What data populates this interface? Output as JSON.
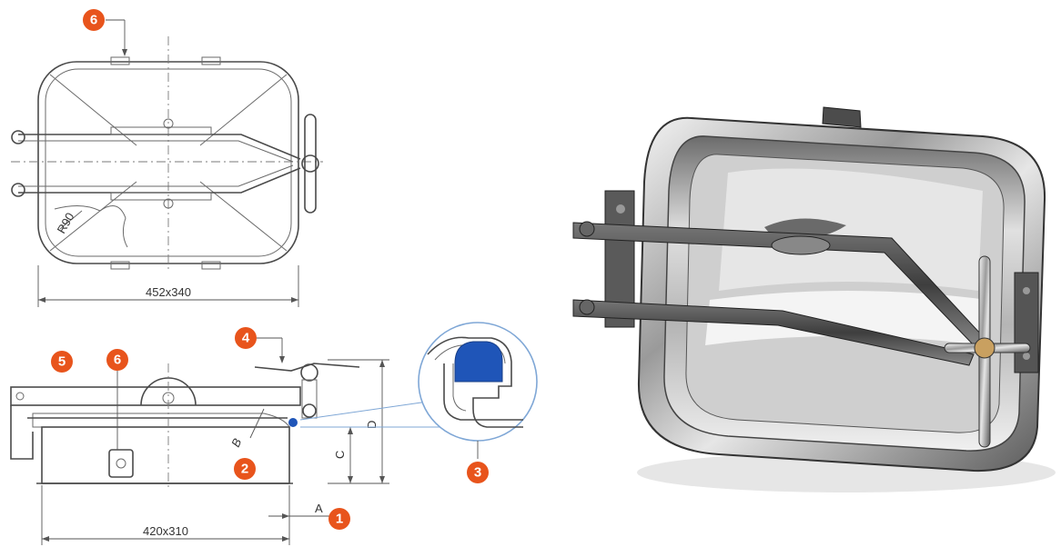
{
  "top_view": {
    "dimension_label": "452x340",
    "radius_label": "R90",
    "callout_6": "6"
  },
  "side_view": {
    "dimension_label": "420x310",
    "dim_A": "A",
    "dim_B": "B",
    "dim_C": "C",
    "dim_D": "D",
    "callout_1": "1",
    "callout_2": "2",
    "callout_4": "4",
    "callout_5": "5",
    "callout_6": "6"
  },
  "detail": {
    "callout_3": "3",
    "gasket_color": "#1f55b8"
  },
  "colors": {
    "callout": "#e8541c",
    "detail_circle": "#7fa7d6"
  }
}
